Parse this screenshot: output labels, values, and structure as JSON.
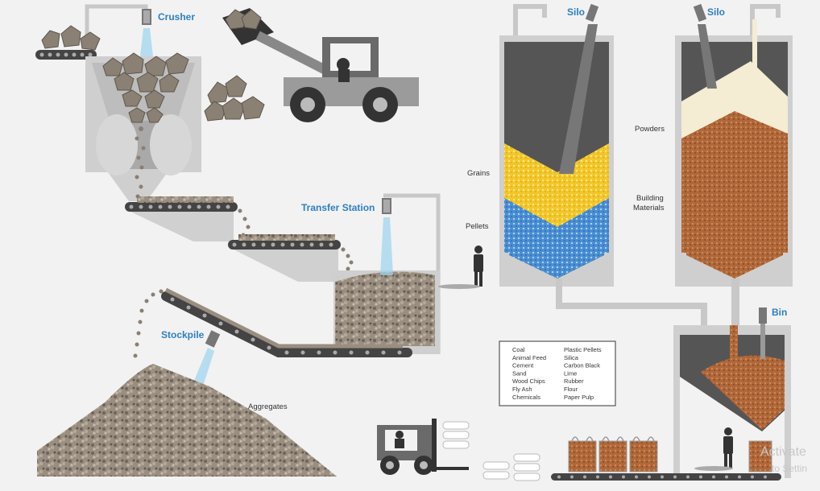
{
  "labels": {
    "crusher": "Crusher",
    "transfer_station": "Transfer Station",
    "stockpile": "Stockpile",
    "aggregates": "Aggregates",
    "silo_left": "Silo",
    "silo_right": "Silo",
    "grains": "Grains",
    "pellets": "Pellets",
    "powders": "Powders",
    "building_materials_line1": "Building",
    "building_materials_line2": "Materials",
    "bin": "Bin"
  },
  "legend": {
    "col1": [
      "Coal",
      "Animal Feed",
      "Cement",
      "Sand",
      "Wood Chips",
      "Fly Ash",
      "Chemicals"
    ],
    "col2": [
      "Plastic Pellets",
      "Silica",
      "Carbon Black",
      "Lime",
      "Rubber",
      "Flour",
      "Paper Pulp"
    ]
  },
  "watermark": {
    "line1": "Activate",
    "line2": "to Settin"
  },
  "colors": {
    "accent": "#2f7fc1",
    "machine_dark": "#555555",
    "structure_grey": "#c8c8c8",
    "rock": "#8a7f72",
    "grains": "#f3c72c",
    "pellets": "#4a8fd4",
    "powders": "#f4ecd3",
    "building_materials": "#b0683a"
  }
}
